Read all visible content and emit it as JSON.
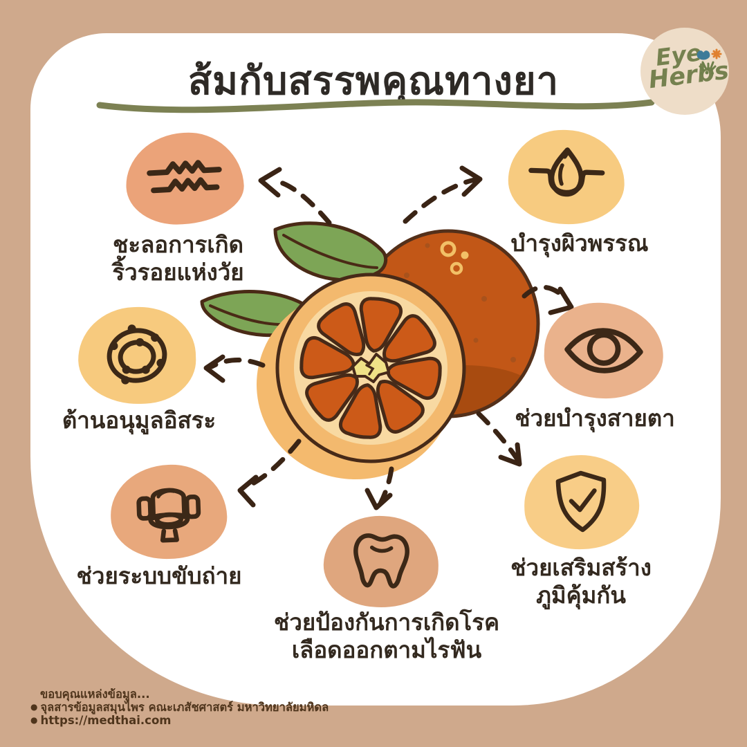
{
  "colors": {
    "background": "#cfa98c",
    "panel": "#ffffff",
    "salmon_blob": "#eba379",
    "yellow_blob": "#f7cb80",
    "line_dark_brown": "#3c2817",
    "underline_green": "#7c8153",
    "logo_bg": "#eeddc8",
    "logo_text": "#75814f",
    "orange_fruit": "#c25717",
    "orange_segment": "#cc5a18",
    "leaf_green": "#7da556"
  },
  "header": {
    "title": "ส้มกับสรรพคุณทางยา"
  },
  "logo": {
    "line1": "Eye",
    "line2": "Herbs"
  },
  "benefits": [
    {
      "id": "anti-aging",
      "icon": "wrinkle-lines-icon",
      "line1": "ชะลอการเกิด",
      "line2": "ริ้วรอยแห่งวัย",
      "blob_color": "#eba379"
    },
    {
      "id": "skin-nourish",
      "icon": "water-drop-skin-icon",
      "line1": "บำรุงผิวพรรณ",
      "line2": "",
      "blob_color": "#f7cb80"
    },
    {
      "id": "antioxidant",
      "icon": "free-radical-icon",
      "line1": "ต้านอนุมูลอิสระ",
      "line2": "",
      "blob_color": "#f7ca7e"
    },
    {
      "id": "eyesight",
      "icon": "eye-icon",
      "line1": "ช่วยบำรุงสายตา",
      "line2": "",
      "blob_color": "#eab28c"
    },
    {
      "id": "excretory-system",
      "icon": "toilet-icon",
      "line1": "ช่วยระบบขับถ่าย",
      "line2": "",
      "blob_color": "#e8a87c"
    },
    {
      "id": "scurvy-prevention",
      "icon": "tooth-icon",
      "line1": "ช่วยป้องกันการเกิดโรค",
      "line2": "เลือดออกตามไรฟัน",
      "blob_color": "#dfa67e"
    },
    {
      "id": "immunity",
      "icon": "shield-check-icon",
      "line1": "ช่วยเสริมสร้าง",
      "line2": "ภูมิคุ้มกัน",
      "blob_color": "#f8cd87"
    }
  ],
  "footer": {
    "intro": "ขอบคุณแหล่งข้อมูล...",
    "bullet": "●",
    "source1": "จุลสารข้อมูลสมุนไพร คณะเภสัชศาสตร์ มหาวิทยาลัยมหิดล",
    "source2": "https://medthai.com"
  }
}
